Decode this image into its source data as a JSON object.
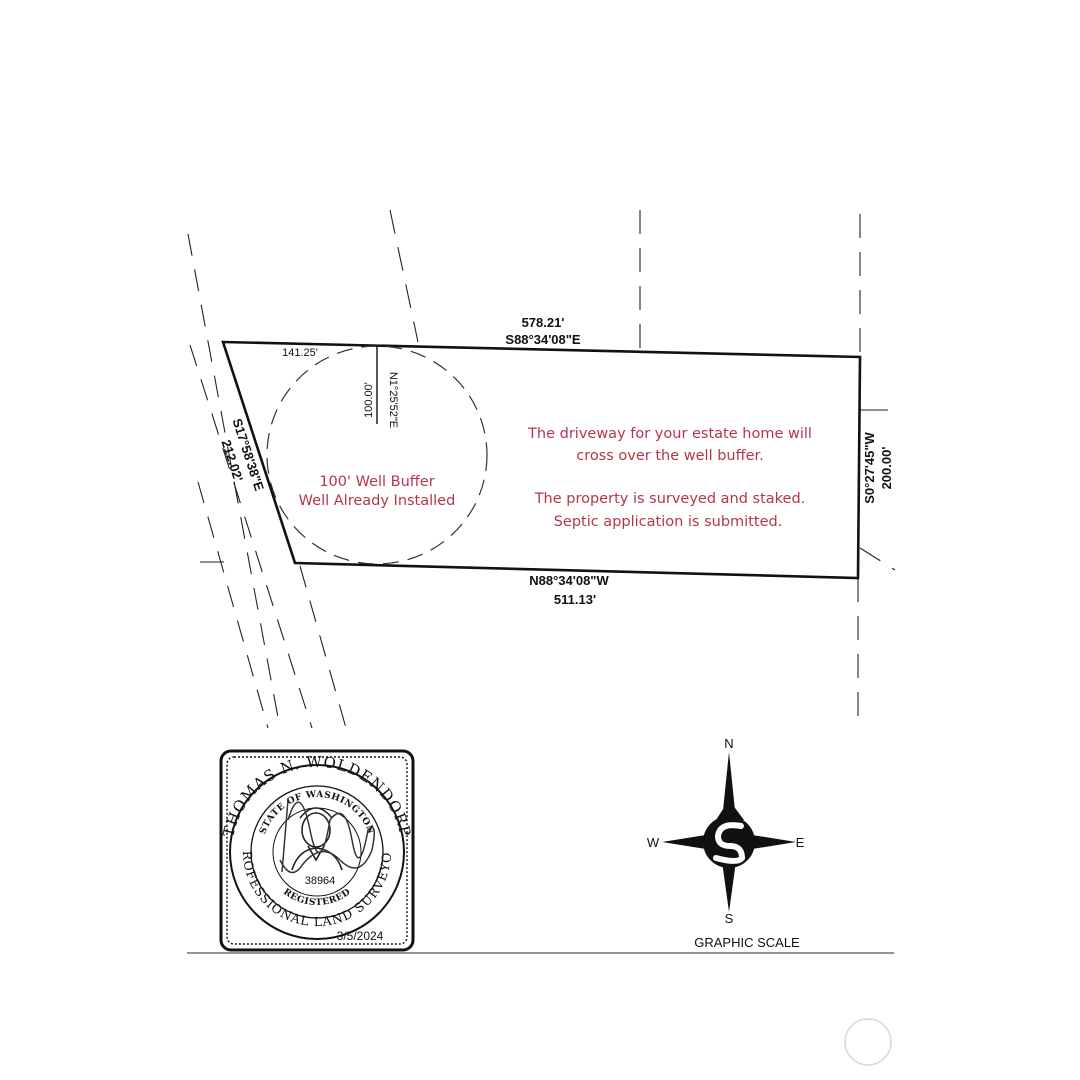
{
  "boundary": {
    "north_distance": "578.21'",
    "north_bearing": "S88°34'08\"E",
    "south_bearing": "N88°34'08\"W",
    "south_distance": "511.13'",
    "east_bearing": "S0°27'45\"W",
    "east_distance": "200.00'",
    "west_bearing": "S17°58'38\"E",
    "west_distance": "212.02'"
  },
  "well": {
    "offset_distance": "141.25'",
    "tie_distance": "100.00'",
    "tie_bearing": "N1°25'52\"E",
    "label_line1": "100' Well Buffer",
    "label_line2": "Well Already Installed"
  },
  "notes": {
    "line1": "The driveway for your estate home will",
    "line2": "cross over the well buffer.",
    "line3": "The property is surveyed and staked.",
    "line4": "Septic application is submitted."
  },
  "seal": {
    "surveyor_name": "THOMAS N. WOLDENDORP",
    "state_text": "STATE OF WASHINGTON",
    "registered_text": "REGISTERED",
    "license_number": "38964",
    "profession_text": "PROFESSIONAL LAND SURVEYOR",
    "date": "3/5/2024"
  },
  "compass": {
    "north": "N",
    "south": "S",
    "east": "E",
    "west": "W"
  },
  "graphic_scale_label": "GRAPHIC SCALE",
  "colors": {
    "note_text": "#b5364a",
    "linework": "#111111"
  }
}
